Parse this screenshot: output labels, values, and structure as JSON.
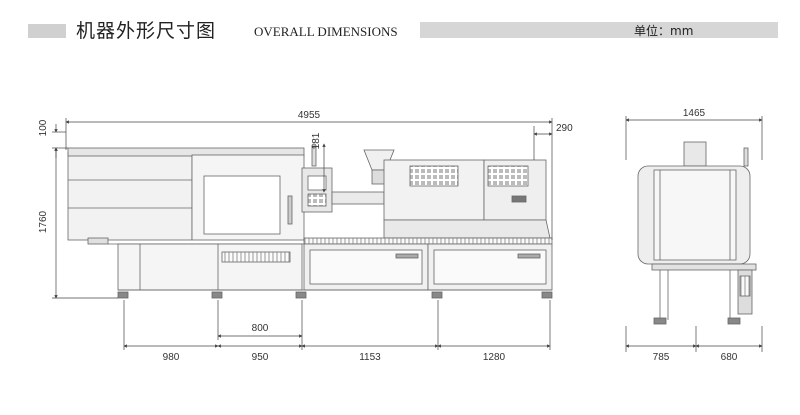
{
  "header": {
    "title_cn": "机器外形尺寸图",
    "title_en": "OVERALL DIMENSIONS",
    "unit": "单位：mm"
  },
  "dimensions": {
    "overall_length": "4955",
    "top_clearance": "100",
    "nozzle_height": "181",
    "hopper_overhang": "290",
    "machine_height": "1760",
    "width": "1465",
    "base_800": "800",
    "base_980": "980",
    "base_950": "950",
    "base_1153": "1153",
    "base_1280": "1280",
    "side_785": "785",
    "side_680": "680"
  },
  "colors": {
    "line": "#555555",
    "fill_light": "#f2f2f2",
    "fill_mid": "#e4e4e4",
    "fill_dark": "#9a9a9a",
    "header_bar": "#d6d6d6"
  }
}
